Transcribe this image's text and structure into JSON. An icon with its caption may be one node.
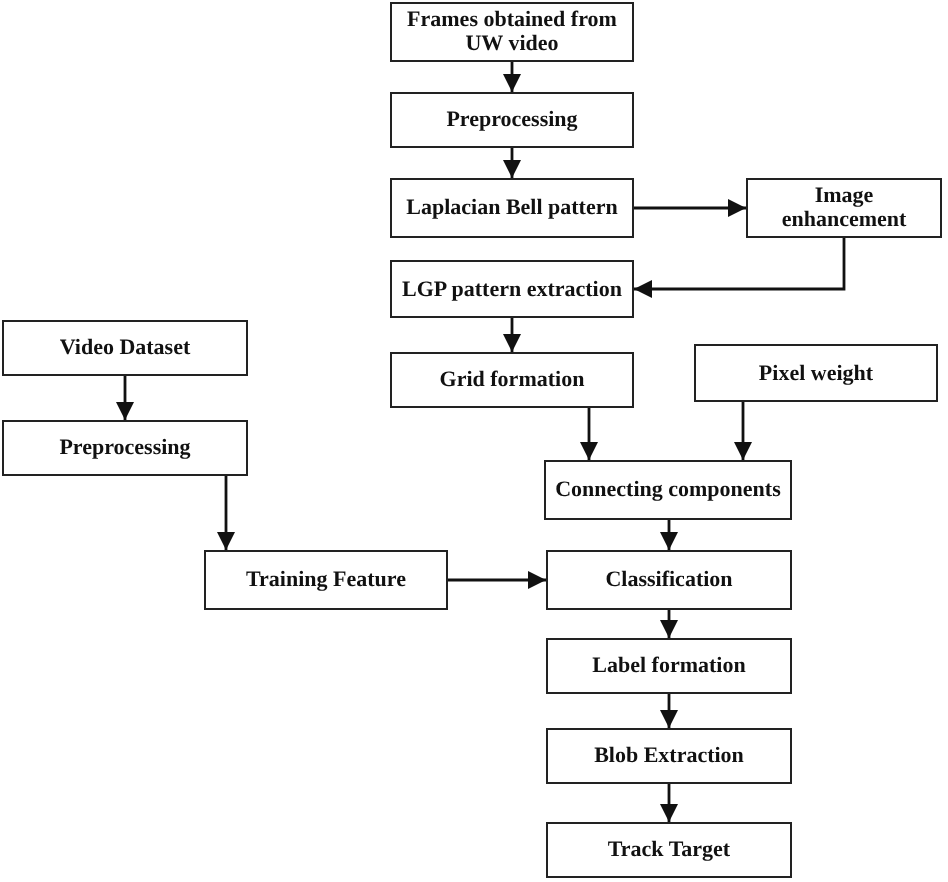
{
  "diagram": {
    "nodes": [
      {
        "text": [
          "Frames obtained from UW video"
        ]
      },
      {
        "text": [
          "Preprocessing"
        ]
      },
      {
        "text": [
          "Laplacian Bell pattern"
        ]
      },
      {
        "text": [
          "Image enhancement"
        ]
      },
      {
        "text": [
          "LGP pattern extraction"
        ]
      },
      {
        "text": [
          "Video Dataset"
        ]
      },
      {
        "text": [
          "Grid formation"
        ]
      },
      {
        "text": [
          "Pixel weight"
        ]
      },
      {
        "text": [
          "Preprocessing"
        ]
      },
      {
        "text": [
          "Connecting components"
        ]
      },
      {
        "text": [
          "Training Feature"
        ]
      },
      {
        "text": [
          "Classification"
        ]
      },
      {
        "text": [
          "Label formation"
        ]
      },
      {
        "text": [
          "Blob Extraction"
        ]
      },
      {
        "text": [
          "Track Target"
        ]
      }
    ],
    "edges": [
      {
        "from": 0,
        "to": 1,
        "arrow": "to"
      },
      {
        "from": 1,
        "to": 2,
        "arrow": "to"
      },
      {
        "from": 2,
        "to": 3,
        "arrow": "to"
      },
      {
        "from": 3,
        "to": 4,
        "arrow": "to"
      },
      {
        "from": 4,
        "to": 6,
        "arrow": "to"
      },
      {
        "from": 5,
        "to": 8,
        "arrow": "to"
      },
      {
        "from": 6,
        "to": 9,
        "arrow": "to"
      },
      {
        "from": 7,
        "to": 9,
        "arrow": "to"
      },
      {
        "from": 8,
        "to": 10,
        "arrow": "to"
      },
      {
        "from": 10,
        "to": 11,
        "arrow": "to"
      },
      {
        "from": 9,
        "to": 11,
        "arrow": "to"
      },
      {
        "from": 11,
        "to": 12,
        "arrow": "to"
      },
      {
        "from": 12,
        "to": 13,
        "arrow": "to"
      },
      {
        "from": 13,
        "to": 14,
        "arrow": "to"
      }
    ]
  }
}
